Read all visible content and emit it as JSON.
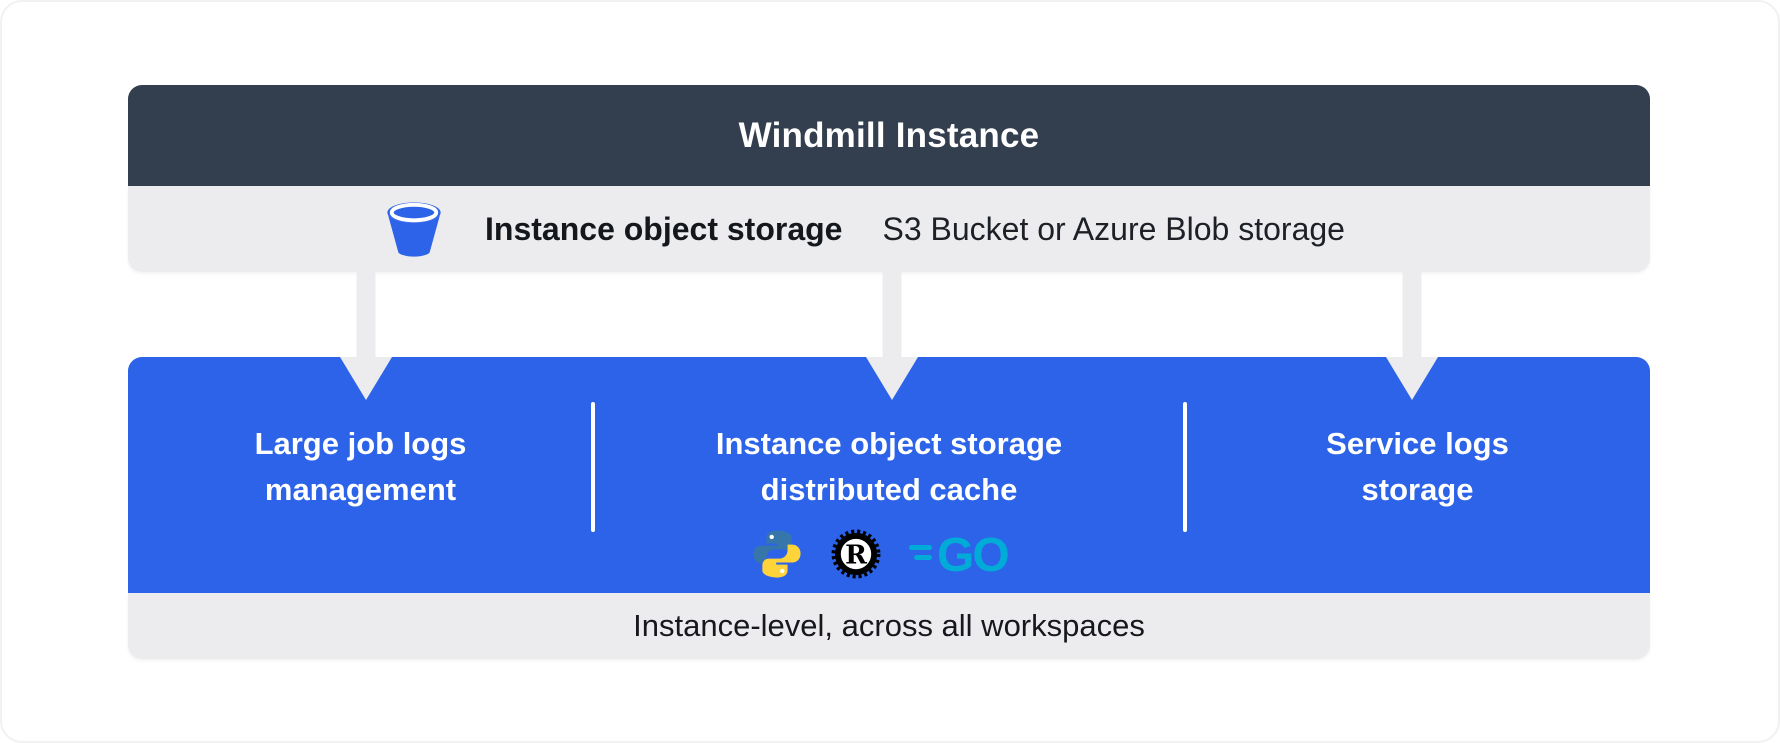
{
  "title": "Windmill Instance",
  "object_storage": {
    "label": "Instance object storage",
    "provider": "S3 Bucket or Azure Blob storage"
  },
  "features": [
    {
      "line1": "Large job logs",
      "line2": "management"
    },
    {
      "line1": "Instance object storage",
      "line2": "distributed cache",
      "logos": [
        "python-logo",
        "rust-logo",
        "go-logo"
      ]
    },
    {
      "line1": "Service logs",
      "line2": "storage"
    }
  ],
  "logo_text": {
    "rust": "R",
    "go": "GO"
  },
  "footer": "Instance-level, across all workspaces",
  "icons": [
    "bucket-icon",
    "arrow-down-icon"
  ],
  "colors": {
    "header_bg": "#333f4e",
    "bar_bg": "#ececee",
    "accent_blue": "#2c63e8",
    "text_dark": "#14171c",
    "white": "#ffffff",
    "python_blue": "#3776ab",
    "python_yellow": "#ffd43b",
    "go_teal": "#00acd7",
    "rust_black": "#000000"
  }
}
